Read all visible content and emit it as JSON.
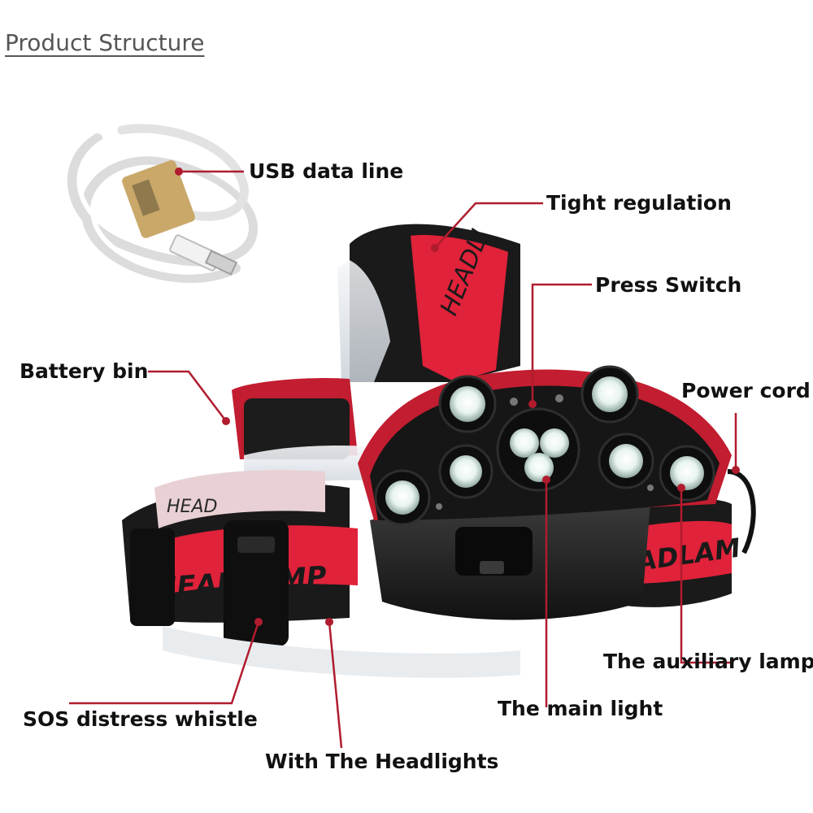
{
  "title": "Product Structure",
  "labels": {
    "usb_data_line": "USB data line",
    "tight_regulation": "Tight regulation",
    "press_switch": "Press Switch",
    "battery_bin": "Battery bin",
    "power_cord": "Power cord",
    "auxiliary_lamp": "The auxiliary lamp",
    "main_light": "The main light",
    "sos_whistle": "SOS distress whistle",
    "with_headlights": "With The Headlights"
  },
  "strap_text": {
    "top": "HEADLI",
    "left": "HEADLAMP",
    "right": "ADLAM",
    "inner": "HEAD"
  },
  "colors": {
    "strap_red": "#e0223a",
    "strap_black": "#1a1a1a",
    "callout_line": "#b01c2e",
    "led_white": "#e8f4f0"
  }
}
